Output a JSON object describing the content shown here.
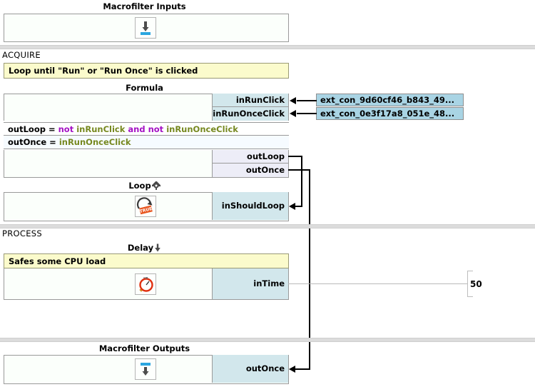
{
  "blocks": {
    "macrofilter_inputs": {
      "title": "Macrofilter Inputs",
      "icon": "import-arrow-down-icon"
    },
    "formula": {
      "title": "Formula",
      "inputs": [
        {
          "label": "inRunClick"
        },
        {
          "label": "inRunOnceClick"
        }
      ],
      "expressions": [
        {
          "lhs": "outLoop",
          "eq": "=",
          "tokens": [
            {
              "t": "not",
              "k": "kw"
            },
            {
              "t": "inRunClick",
              "k": "var"
            },
            {
              "t": "and",
              "k": "kw"
            },
            {
              "t": "not",
              "k": "kw"
            },
            {
              "t": "inRunOnceClick",
              "k": "var"
            }
          ]
        },
        {
          "lhs": "outOnce",
          "eq": "=",
          "tokens": [
            {
              "t": "inRunOnceClick",
              "k": "var"
            }
          ]
        }
      ],
      "outputs": [
        {
          "label": "outLoop"
        },
        {
          "label": "outOnce"
        }
      ]
    },
    "loop": {
      "title": "Loop",
      "title_icon": "gear-icon",
      "icon": "loop-true-icon",
      "inputs": [
        {
          "label": "inShouldLoop"
        }
      ]
    },
    "delay": {
      "title": "Delay",
      "title_icon": "arrow-down-icon",
      "comment": "Safes some CPU load",
      "icon": "stopwatch-icon",
      "inputs": [
        {
          "label": "inTime"
        }
      ],
      "literal": "50"
    },
    "macrofilter_outputs": {
      "title": "Macrofilter Outputs",
      "icon": "export-arrow-down-icon",
      "inputs": [
        {
          "label": "outOnce"
        }
      ]
    }
  },
  "comments": {
    "acquire_loop": "Loop until \"Run\" or \"Run Once\" is clicked"
  },
  "sections": [
    {
      "label": "ACQUIRE"
    },
    {
      "label": "PROCESS"
    }
  ],
  "external_connections": [
    {
      "label": "ext_con_9d60cf46_b843_49..."
    },
    {
      "label": "ext_con_0e3f17a8_051e_48..."
    }
  ],
  "colors": {
    "input_port": "#d2e7ec",
    "output_port": "#ededf7",
    "comment_bg": "#fbfbcc",
    "extcon_bg": "#a9d4e4",
    "keyword": "#a411c4",
    "variable": "#76881f",
    "wire": "#000000"
  }
}
